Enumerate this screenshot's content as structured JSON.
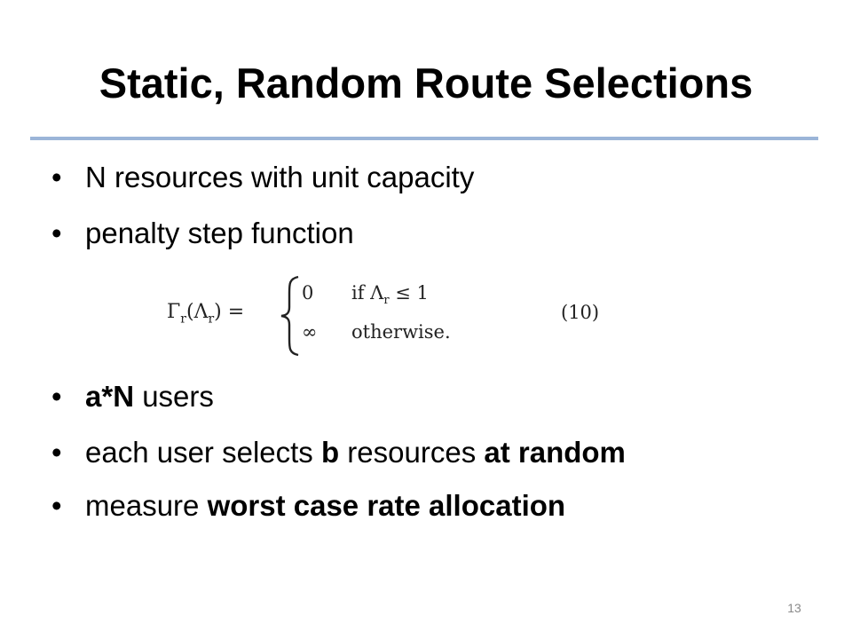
{
  "slide": {
    "title": "Static, Random Route Selections",
    "bullet_char": "•",
    "bullets": [
      {
        "parts": [
          {
            "text": "N resources with unit capacity",
            "bold": false
          }
        ]
      },
      {
        "parts": [
          {
            "text": "penalty step function",
            "bold": false
          }
        ]
      },
      {
        "parts": [
          {
            "text": "a*N",
            "bold": true
          },
          {
            "text": " users",
            "bold": false
          }
        ]
      },
      {
        "parts": [
          {
            "text": "each user selects ",
            "bold": false
          },
          {
            "text": "b",
            "bold": true
          },
          {
            "text": " resources ",
            "bold": false
          },
          {
            "text": "at random",
            "bold": true
          }
        ]
      },
      {
        "parts": [
          {
            "text": "measure ",
            "bold": false
          },
          {
            "text": "worst case rate allocation",
            "bold": true
          }
        ]
      }
    ],
    "equation": {
      "lhs_fn": "Γ",
      "lhs_sub": "r",
      "lhs_arg": "Λ",
      "lhs_arg_sub": "r",
      "equals": "=",
      "case1_value": "0",
      "case1_condition": "if Λ",
      "case1_condition_sub": "r",
      "case1_condition_rest": " ≤ 1",
      "case2_value": "∞",
      "case2_condition": "otherwise.",
      "number": "(10)"
    },
    "page_number": "13",
    "colors": {
      "rule": "#9bb5d8",
      "page_number": "#8a8a8a"
    }
  }
}
